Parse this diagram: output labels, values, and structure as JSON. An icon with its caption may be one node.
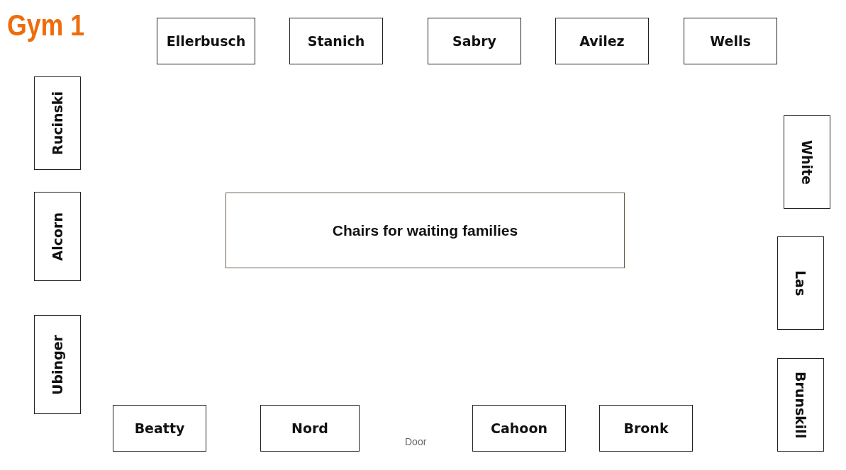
{
  "diagram": {
    "title": "Gym 1",
    "nodes": [
      {
        "text": [
          "Ellerbusch"
        ]
      },
      {
        "text": [
          "Stanich"
        ]
      },
      {
        "text": [
          "Sabry"
        ]
      },
      {
        "text": [
          "Avilez"
        ]
      },
      {
        "text": [
          "Wells"
        ]
      },
      {
        "text": [
          "Rucinski"
        ]
      },
      {
        "text": [
          "White"
        ]
      },
      {
        "text": [
          "Alcorn"
        ]
      },
      {
        "text": [
          "Chairs for waiting families"
        ]
      },
      {
        "text": [
          "Las"
        ]
      },
      {
        "text": [
          "Ubinger"
        ]
      },
      {
        "text": [
          "Brunskill"
        ]
      },
      {
        "text": [
          "Beatty"
        ]
      },
      {
        "text": [
          "Nord"
        ]
      },
      {
        "text": [
          "Cahoon"
        ]
      },
      {
        "text": [
          "Bronk"
        ]
      }
    ],
    "labels": [
      "Door"
    ]
  }
}
